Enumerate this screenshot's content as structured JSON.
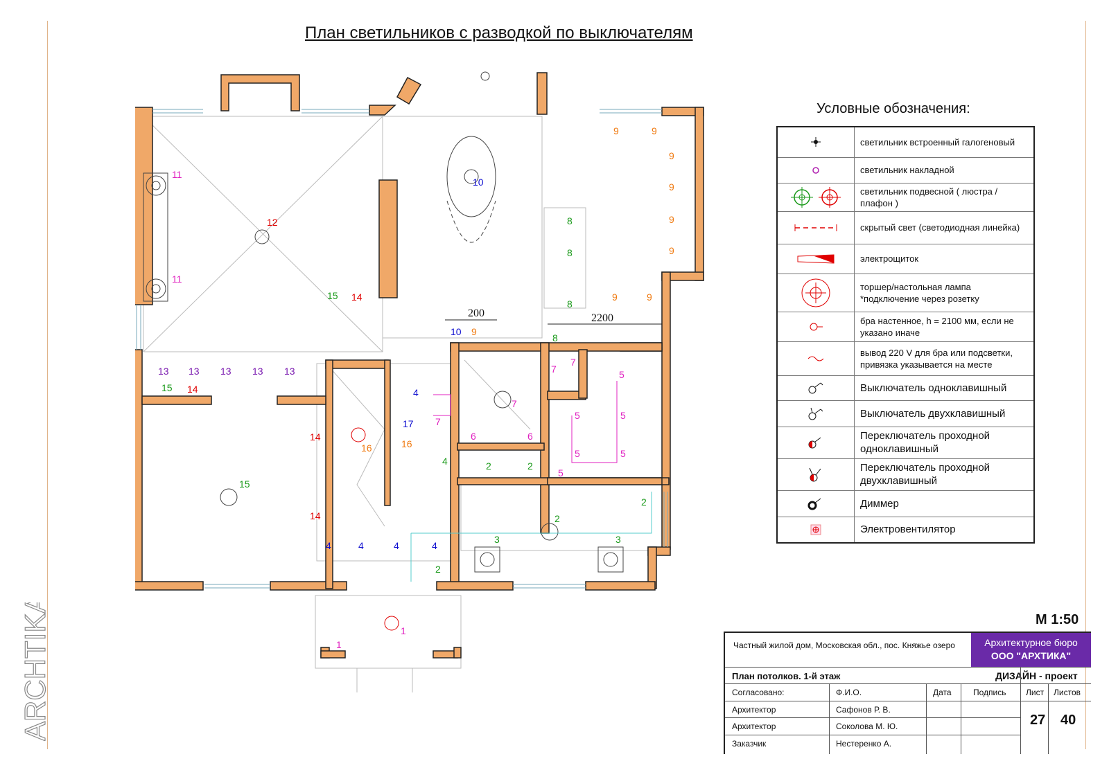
{
  "title": "План светильников с разводкой по выключателям",
  "brand": "ARCHTIKA",
  "legend": {
    "title": "Условные обозначения:",
    "items": [
      {
        "id": "halogen",
        "label": "светильник встроенный галогеновый"
      },
      {
        "id": "surface",
        "label": "светильник накладной"
      },
      {
        "id": "pendant",
        "label": "светильник подвесной ( люстра / плафон )"
      },
      {
        "id": "hidden",
        "label": "скрытый свет (светодиодная линейка)"
      },
      {
        "id": "panel",
        "label": "электрощиток"
      },
      {
        "id": "floor",
        "label": "торшер/настольная лампа *подключение через розетку"
      },
      {
        "id": "sconce",
        "label": "бра настенное, h = 2100 мм, если не указано иначе"
      },
      {
        "id": "output",
        "label": "вывод 220 V для бра или подсветки, привязка указывается на месте"
      },
      {
        "id": "sw1",
        "label": "Выключатель одноклавишный"
      },
      {
        "id": "sw2",
        "label": "Выключатель двухклавишный"
      },
      {
        "id": "pass1",
        "label": "Переключатель проходной одноклавишный"
      },
      {
        "id": "pass2",
        "label": "Переключатель проходной двухклавишный"
      },
      {
        "id": "dimmer",
        "label": "Диммер"
      },
      {
        "id": "fan",
        "label": "Электровентилятор"
      }
    ]
  },
  "plan": {
    "dimensions": [
      "200",
      "2200"
    ],
    "labels": [
      {
        "t": "11",
        "c": "#e020c0"
      },
      {
        "t": "11",
        "c": "#e020c0"
      },
      {
        "t": "12",
        "c": "#e00000"
      },
      {
        "t": "15",
        "c": "#1a9a1a"
      },
      {
        "t": "14",
        "c": "#e00000"
      },
      {
        "t": "10",
        "c": "#1010d0"
      },
      {
        "t": "10",
        "c": "#1010d0"
      },
      {
        "t": "9",
        "c": "#f07a10"
      },
      {
        "t": "8",
        "c": "#1a9a1a"
      },
      {
        "t": "8",
        "c": "#1a9a1a"
      },
      {
        "t": "8",
        "c": "#1a9a1a"
      },
      {
        "t": "8",
        "c": "#1a9a1a"
      },
      {
        "t": "9",
        "c": "#f07a10"
      },
      {
        "t": "9",
        "c": "#f07a10"
      },
      {
        "t": "9",
        "c": "#f07a10"
      },
      {
        "t": "9",
        "c": "#f07a10"
      },
      {
        "t": "9",
        "c": "#f07a10"
      },
      {
        "t": "9",
        "c": "#f07a10"
      },
      {
        "t": "9",
        "c": "#f07a10"
      },
      {
        "t": "9",
        "c": "#f07a10"
      },
      {
        "t": "13",
        "c": "#7a1ab0"
      },
      {
        "t": "13",
        "c": "#7a1ab0"
      },
      {
        "t": "13",
        "c": "#7a1ab0"
      },
      {
        "t": "13",
        "c": "#7a1ab0"
      },
      {
        "t": "13",
        "c": "#7a1ab0"
      },
      {
        "t": "15",
        "c": "#1a9a1a"
      },
      {
        "t": "14",
        "c": "#e00000"
      },
      {
        "t": "14",
        "c": "#e00000"
      },
      {
        "t": "14",
        "c": "#e00000"
      },
      {
        "t": "15",
        "c": "#1a9a1a"
      },
      {
        "t": "16",
        "c": "#f07a10"
      },
      {
        "t": "16",
        "c": "#f07a10"
      },
      {
        "t": "17",
        "c": "#1010d0"
      },
      {
        "t": "4",
        "c": "#1010d0"
      },
      {
        "t": "4",
        "c": "#1a9a1a"
      },
      {
        "t": "7",
        "c": "#e020c0"
      },
      {
        "t": "7",
        "c": "#e020c0"
      },
      {
        "t": "7",
        "c": "#e020c0"
      },
      {
        "t": "7",
        "c": "#e020c0"
      },
      {
        "t": "6",
        "c": "#e020c0"
      },
      {
        "t": "6",
        "c": "#e020c0"
      },
      {
        "t": "5",
        "c": "#e020c0"
      },
      {
        "t": "5",
        "c": "#e020c0"
      },
      {
        "t": "5",
        "c": "#e020c0"
      },
      {
        "t": "5",
        "c": "#e020c0"
      },
      {
        "t": "5",
        "c": "#e020c0"
      },
      {
        "t": "5",
        "c": "#e020c0"
      },
      {
        "t": "2",
        "c": "#1a9a1a"
      },
      {
        "t": "2",
        "c": "#1a9a1a"
      },
      {
        "t": "2",
        "c": "#1a9a1a"
      },
      {
        "t": "2",
        "c": "#1a9a1a"
      },
      {
        "t": "2",
        "c": "#1a9a1a"
      },
      {
        "t": "3",
        "c": "#1a9a1a"
      },
      {
        "t": "3",
        "c": "#1a9a1a"
      },
      {
        "t": "4",
        "c": "#1010d0"
      },
      {
        "t": "4",
        "c": "#1010d0"
      },
      {
        "t": "4",
        "c": "#1010d0"
      },
      {
        "t": "4",
        "c": "#1010d0"
      },
      {
        "t": "1",
        "c": "#e020c0"
      },
      {
        "t": "1",
        "c": "#e020c0"
      }
    ]
  },
  "stamp": {
    "scale": "М  1:50",
    "address": "Частный жилой дом, Московская обл., пос. Княжье озеро",
    "bureau_line1": "Архитектурное бюро",
    "bureau_line2": "ООО \"АРХТИКА\"",
    "sheet_title": "План потолков. 1-й этаж",
    "project_type": "ДИЗАЙН - проект",
    "headers": {
      "agreed": "Согласовано:",
      "name": "Ф.И.О.",
      "date": "Дата",
      "sign": "Подпись",
      "sheet": "Лист",
      "sheets": "Листов"
    },
    "rows": [
      {
        "role": "Архитектор",
        "name": "Сафонов Р. В."
      },
      {
        "role": "Архитектор",
        "name": "Соколова М. Ю."
      },
      {
        "role": "Заказчик",
        "name": "Нестеренко А."
      }
    ],
    "sheet_no": "27",
    "sheets_total": "40"
  },
  "colors": {
    "wall": "#f0a868",
    "red": "#e00000",
    "green": "#1a9a1a",
    "blue": "#1010d0",
    "orange": "#f07a10",
    "magenta": "#e020c0",
    "purple": "#7a1ab0",
    "bureau": "#6a2aa8"
  }
}
